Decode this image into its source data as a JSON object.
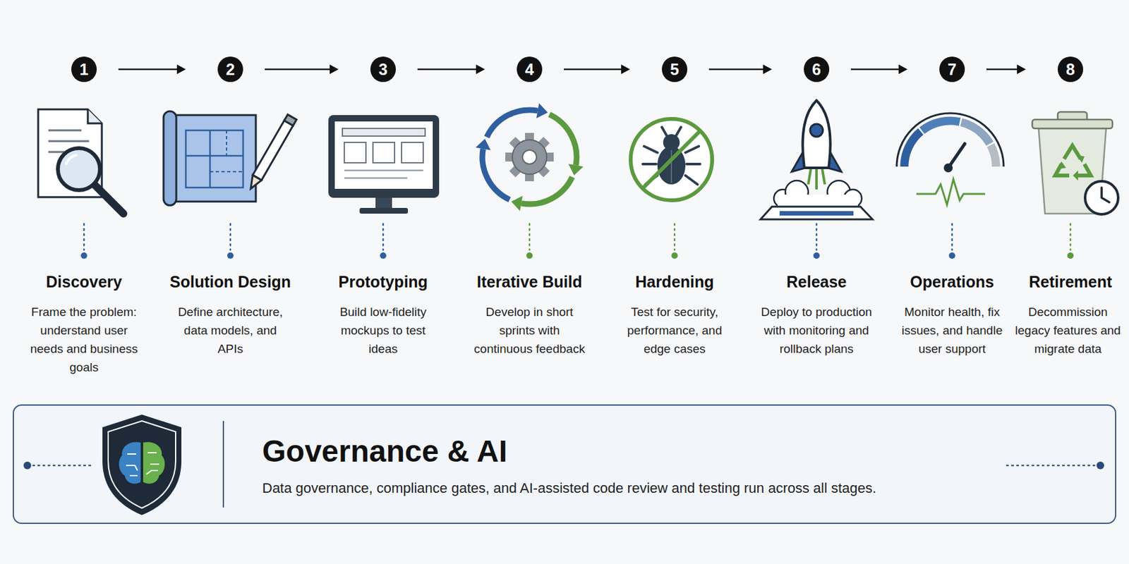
{
  "diagram": {
    "nodes": [
      {
        "text": [
          "1"
        ]
      },
      {
        "text": [
          "2"
        ]
      },
      {
        "text": [
          "3"
        ]
      },
      {
        "text": [
          "4"
        ]
      },
      {
        "text": [
          "5"
        ]
      },
      {
        "text": [
          "6"
        ]
      },
      {
        "text": [
          "7"
        ]
      },
      {
        "text": [
          "8"
        ]
      },
      {
        "text": [
          "Governance & AI",
          "Data governance, compliance gates, and AI-assisted code review and testing run across all stages."
        ]
      }
    ],
    "edges": [
      {
        "from": 0,
        "to": 1,
        "arrow": "to"
      },
      {
        "from": 1,
        "to": 2,
        "arrow": "to"
      },
      {
        "from": 2,
        "to": 3,
        "arrow": "to"
      },
      {
        "from": 3,
        "to": 4,
        "arrow": "to"
      },
      {
        "from": 4,
        "to": 5,
        "arrow": "to"
      },
      {
        "from": 5,
        "to": 6,
        "arrow": "to"
      },
      {
        "from": 6,
        "to": 7,
        "arrow": "to"
      }
    ],
    "labels": [
      "Discovery",
      "Frame the problem: understand user needs and business goals",
      "Solution Design",
      "Define architecture, data models, and APIs",
      "Prototyping",
      "Build low-fidelity mockups to test ideas",
      "Iterative Build",
      "Develop in short sprints with continuous feedback",
      "Hardening",
      "Test for security, performance, and edge cases",
      "Release",
      "Deploy to production with monitoring and rollback plans",
      "Operations",
      "Monitor health, fix issues, and handle user support",
      "Retirement",
      "Decommission legacy features and migrate data"
    ]
  }
}
